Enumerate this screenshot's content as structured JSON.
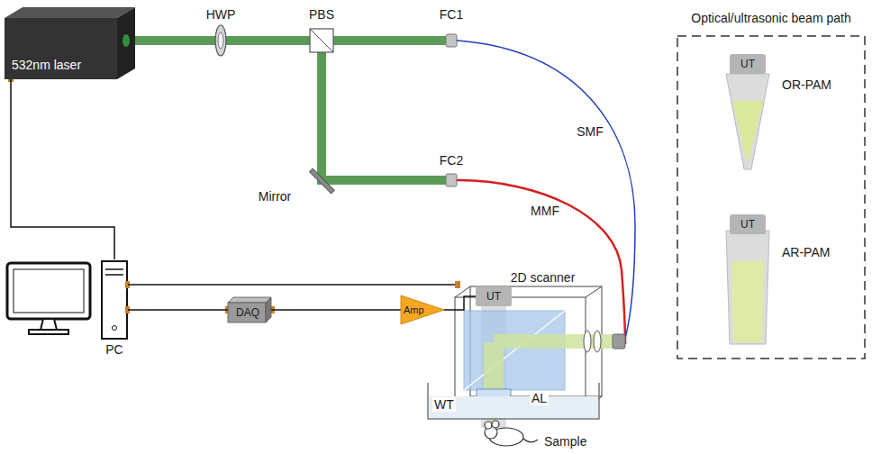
{
  "diagram": {
    "nodes": [
      {
        "text": [
          "532nm laser"
        ]
      },
      {
        "text": [
          "PC"
        ]
      },
      {
        "text": [
          "DAQ"
        ]
      },
      {
        "text": [
          "Amp"
        ]
      },
      {
        "text": [
          "2D scanner"
        ]
      },
      {
        "text": [
          "UT"
        ],
        "in": 4
      },
      {
        "text": [
          "Optical/ultrasonic beam path"
        ]
      },
      {
        "text": [
          "UT"
        ],
        "in": 6
      },
      {
        "text": [
          "UT"
        ],
        "in": 6
      }
    ],
    "edges": [
      {
        "from": 0,
        "to": 1,
        "arrow": "none"
      },
      {
        "from": 1,
        "to": 4,
        "arrow": "none"
      },
      {
        "from": 1,
        "to": 2,
        "arrow": "none"
      },
      {
        "from": 2,
        "to": 3,
        "arrow": "none"
      },
      {
        "from": 3,
        "to": 5,
        "arrow": "none"
      }
    ],
    "labels": [
      "HWP",
      "PBS",
      "FC1",
      "SMF",
      "Mirror",
      "FC2",
      "MMF",
      "AL",
      "WT",
      "Sample",
      "OR-PAM",
      "AR-PAM"
    ]
  }
}
